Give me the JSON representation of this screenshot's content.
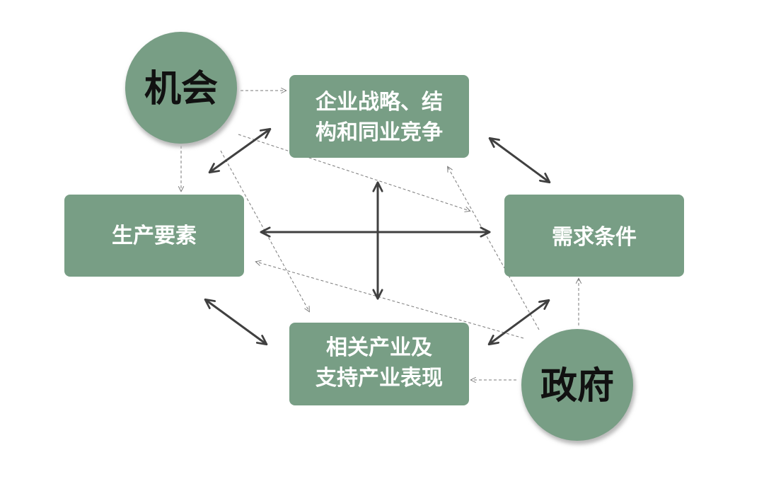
{
  "colors": {
    "node_fill": "#789e85",
    "circle_shadow": "#b8b8b8",
    "box_text": "#ffffff",
    "circle_text": "#111111",
    "strong_arrow": "#404040",
    "dashed_arrow": "#7a7a7a",
    "background": "#ffffff"
  },
  "nodes": {
    "strategy": {
      "line1": "企业战略、结",
      "line2": "构和同业竞争"
    },
    "factors": {
      "label": "生产要素"
    },
    "demand": {
      "label": "需求条件"
    },
    "related": {
      "line1": "相关产业及",
      "line2": "支持产业表现"
    },
    "opportunity": {
      "label": "机会"
    },
    "government": {
      "label": "政府"
    }
  },
  "relations": {
    "strong": [
      {
        "from": "strategy",
        "to": "factors"
      },
      {
        "from": "strategy",
        "to": "demand"
      },
      {
        "from": "factors",
        "to": "demand"
      },
      {
        "from": "strategy",
        "to": "related"
      },
      {
        "from": "factors",
        "to": "related"
      },
      {
        "from": "demand",
        "to": "related"
      }
    ],
    "influence": [
      {
        "from": "opportunity",
        "to": "strategy"
      },
      {
        "from": "opportunity",
        "to": "factors"
      },
      {
        "from": "opportunity",
        "to": "demand"
      },
      {
        "from": "opportunity",
        "to": "related"
      },
      {
        "from": "government",
        "to": "strategy"
      },
      {
        "from": "government",
        "to": "factors"
      },
      {
        "from": "government",
        "to": "demand"
      },
      {
        "from": "government",
        "to": "related"
      }
    ]
  }
}
